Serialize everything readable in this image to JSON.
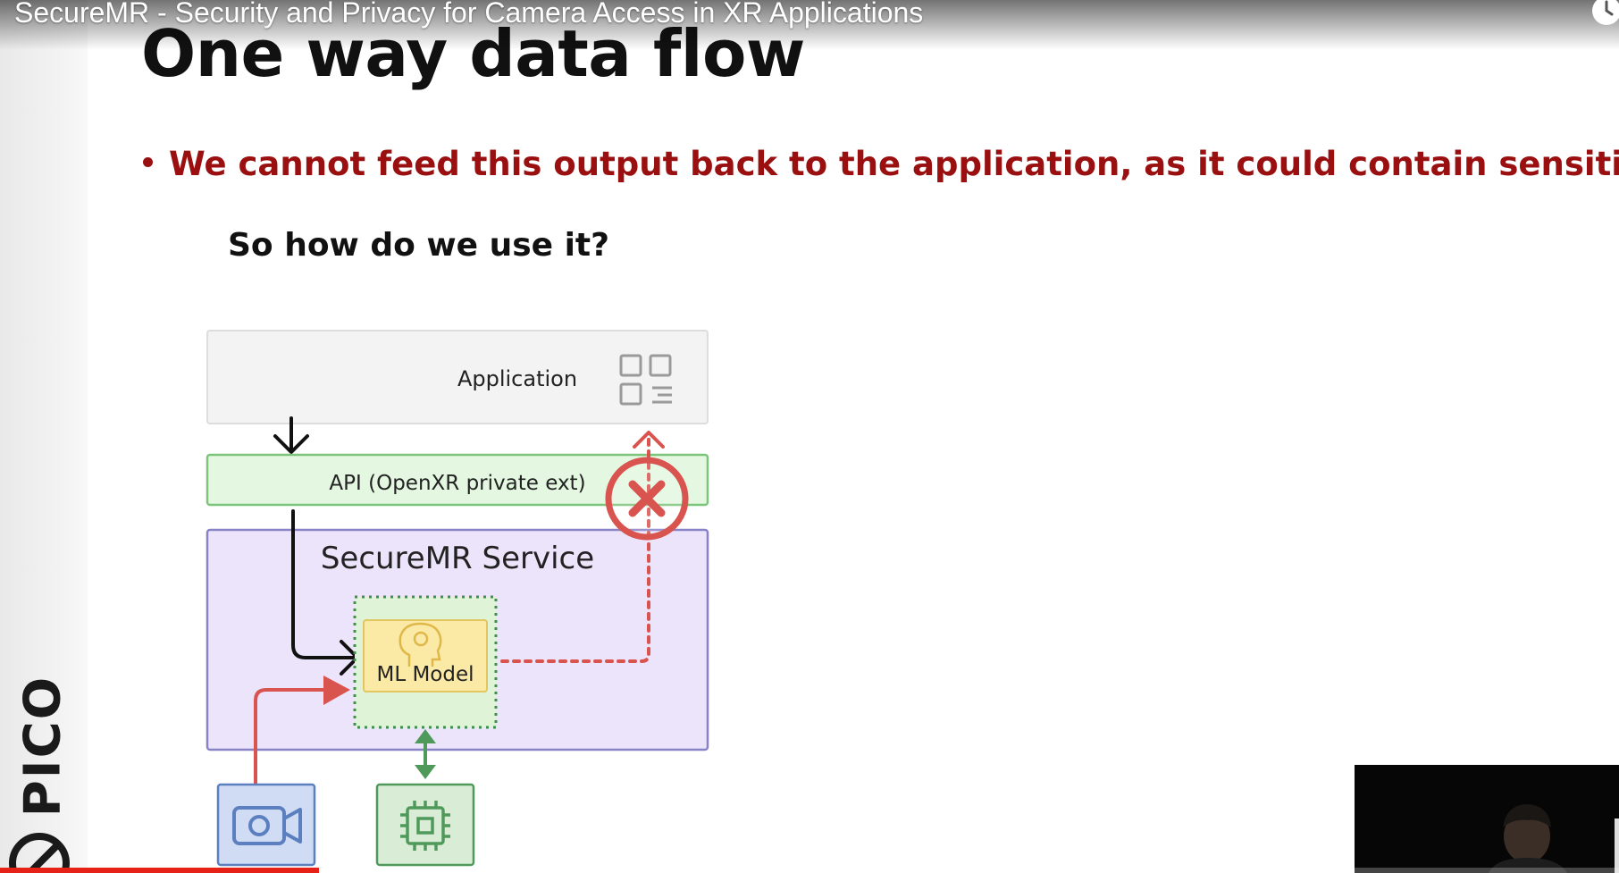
{
  "video": {
    "title": "SecureMR - Security and Privacy for Camera Access in XR Applications",
    "progress_fraction": 0.197
  },
  "slide": {
    "title": "One way data flow",
    "bullet": "We cannot feed this output back to the application, as it could contain sensitive data!",
    "question": "So how do we use it?",
    "logo_text": "PICO"
  },
  "diagram": {
    "application_label": "Application",
    "api_label": "API (OpenXR private ext)",
    "service_label": "SecureMR Service",
    "model_label": "ML Model"
  },
  "colors": {
    "bullet": "#9a1010",
    "api_fill": "#e3f7e1",
    "api_border": "#7cc47a",
    "service_fill": "#ece4fb",
    "service_border": "#8a82c6",
    "model_fill": "#fbe9a6",
    "blocked_red": "#d9534f",
    "camera_blue": "#5b7fbf",
    "gpu_green": "#4f9a5a",
    "progress": "#e62117"
  },
  "icons": {
    "application": "apps-grid-icon",
    "blocked": "blocked-x-icon",
    "model": "brain-head-icon",
    "camera": "video-camera-icon",
    "processor": "cpu-chip-icon",
    "clock": "clock-icon",
    "logo": "pico-logo-icon"
  }
}
